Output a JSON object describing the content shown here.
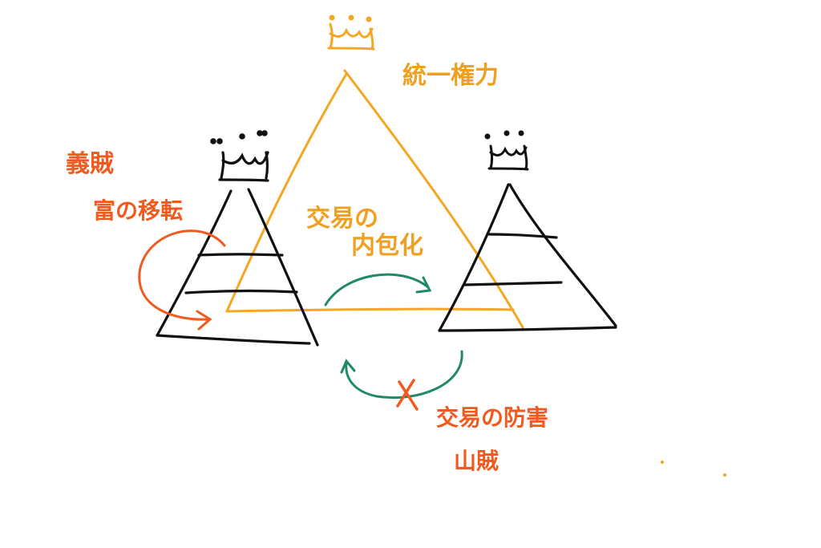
{
  "labels": {
    "unification": "統一権力",
    "bandit_left": "義賊",
    "wealth_transfer": "富の移転",
    "trade_internal_1": "交易の",
    "trade_internal_2": "内包化",
    "trade_obstruct": "交易の防害",
    "mountain_bandit": "山賊"
  },
  "colors": {
    "ink": "#111111",
    "orange": "#f5a623",
    "red": "#f05a1e",
    "green": "#1f8a63"
  },
  "icons": [
    "crown-icon-top",
    "crown-icon-left",
    "crown-icon-right"
  ]
}
